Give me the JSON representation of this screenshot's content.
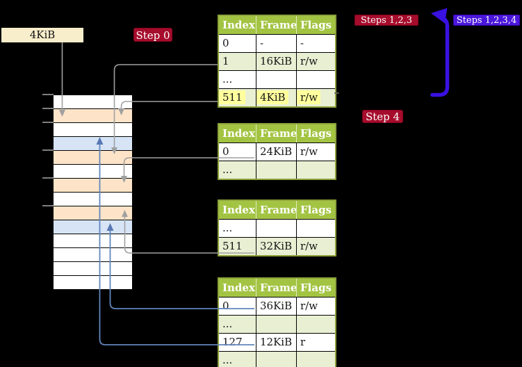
{
  "labels": {
    "page_size": "4KiB",
    "step0": "Step 0",
    "steps123": "Steps 1,2,3",
    "steps1234": "Steps 1,2,3,4",
    "step4": "Step 4"
  },
  "tables": [
    {
      "name": "page-table-at-4KiB",
      "headers": [
        "Index",
        "Frame",
        "Flags"
      ],
      "rows": [
        {
          "cells": [
            "0",
            "-",
            "-"
          ],
          "shade": "white",
          "highlight": false
        },
        {
          "cells": [
            "1",
            "16KiB",
            "r/w"
          ],
          "shade": "green",
          "highlight": false
        },
        {
          "cells": [
            "...",
            "",
            ""
          ],
          "shade": "white",
          "highlight": false
        },
        {
          "cells": [
            "511",
            "4KiB",
            "r/w"
          ],
          "shade": "green",
          "highlight": true
        }
      ]
    },
    {
      "name": "page-table-at-16KiB",
      "headers": [
        "Index",
        "Frame",
        "Flags"
      ],
      "rows": [
        {
          "cells": [
            "0",
            "24KiB",
            "r/w"
          ],
          "shade": "white",
          "highlight": false
        },
        {
          "cells": [
            "...",
            "",
            ""
          ],
          "shade": "green",
          "highlight": false
        }
      ]
    },
    {
      "name": "page-table-at-24KiB",
      "headers": [
        "Index",
        "Frame",
        "Flags"
      ],
      "rows": [
        {
          "cells": [
            "...",
            "",
            ""
          ],
          "shade": "white",
          "highlight": false
        },
        {
          "cells": [
            "511",
            "32KiB",
            "r/w"
          ],
          "shade": "green",
          "highlight": false
        }
      ]
    },
    {
      "name": "page-table-at-32KiB",
      "headers": [
        "Index",
        "Frame",
        "Flags"
      ],
      "rows": [
        {
          "cells": [
            "0",
            "36KiB",
            "r/w"
          ],
          "shade": "white",
          "highlight": false
        },
        {
          "cells": [
            "...",
            "",
            ""
          ],
          "shade": "green",
          "highlight": false
        },
        {
          "cells": [
            "127",
            "12KiB",
            "r"
          ],
          "shade": "white",
          "highlight": false
        },
        {
          "cells": [
            "...",
            "",
            ""
          ],
          "shade": "green",
          "highlight": false
        }
      ]
    }
  ],
  "memory": {
    "row_colors": [
      "white",
      "peach",
      "white",
      "blue",
      "peach",
      "white",
      "peach",
      "white",
      "peach",
      "blue",
      "white",
      "white",
      "white",
      "white"
    ],
    "tick_offsets_kib": [
      0,
      4,
      8,
      16,
      24,
      32
    ],
    "row_size_label": "4KiB"
  },
  "arrows": [
    {
      "from": "4KiB-label",
      "to": "memory-frame-4KiB",
      "color": "gray"
    },
    {
      "from": "table1-entry-1",
      "to": "memory-frame-16KiB",
      "color": "gray"
    },
    {
      "from": "table1-entry-511",
      "to": "memory-frame-4KiB",
      "color": "gray"
    },
    {
      "from": "table2-entry-0",
      "to": "memory-frame-24KiB",
      "color": "gray"
    },
    {
      "from": "table3-entry-511",
      "to": "memory-frame-32KiB",
      "color": "gray"
    },
    {
      "from": "table4-entry-0",
      "to": "memory-frame-36KiB",
      "color": "steel-blue"
    },
    {
      "from": "table4-entry-127",
      "to": "memory-frame-12KiB",
      "color": "steel-blue"
    },
    {
      "from": "bottom-table-area",
      "to": "top-table-area",
      "color": "blue-violet"
    }
  ],
  "colors": {
    "background": "#000000",
    "table_header_green": "#a3c443",
    "table_row_green": "#e9efd3",
    "table_border_olive": "#8ca23c",
    "highlight_yellow": "#ffff9d",
    "memory_frame_peach": "#fde4c8",
    "memory_frame_blue": "#d6e4f6",
    "label_wheat": "#f9eecb",
    "step_label_red": "#a60c2c",
    "steps_label_blue_violet": "#4a17da",
    "arrow_gray": "#a0a0a0",
    "arrow_steel_blue": "#6285bd",
    "arrow_blue_violet": "#3911e0"
  }
}
